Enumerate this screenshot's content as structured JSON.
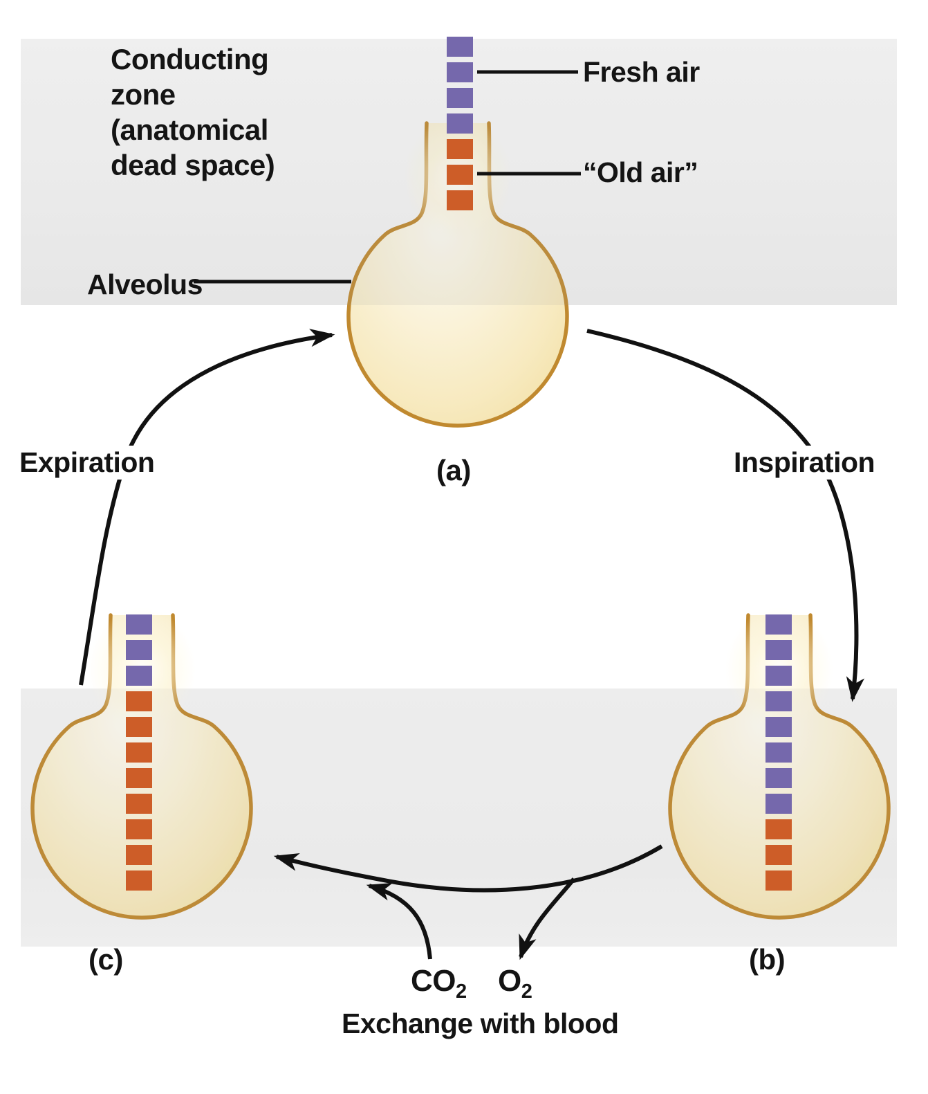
{
  "diagram": {
    "title_region_label": "Conducting\nzone\n(anatomical\ndead space)",
    "alveolus_label": "Alveolus",
    "fresh_air_label": "Fresh air",
    "old_air_label": "“Old air”",
    "expiration_label": "Expiration",
    "inspiration_label": "Inspiration",
    "exchange_label": "Exchange with blood",
    "gases": {
      "co2": {
        "base": "CO",
        "sub": "2"
      },
      "o2": {
        "base": "O",
        "sub": "2"
      }
    },
    "panels": [
      {
        "id": "a",
        "label": "(a)",
        "fresh_squares": 4,
        "old_squares": 3
      },
      {
        "id": "b",
        "label": "(b)",
        "fresh_squares": 8,
        "old_squares": 3
      },
      {
        "id": "c",
        "label": "(c)",
        "fresh_squares": 3,
        "old_squares": 8
      }
    ],
    "colors": {
      "fresh_air": "#7568ac",
      "old_air": "#cd5d28",
      "alveolus_outline": "#c0892f",
      "arrow": "#111111"
    }
  }
}
